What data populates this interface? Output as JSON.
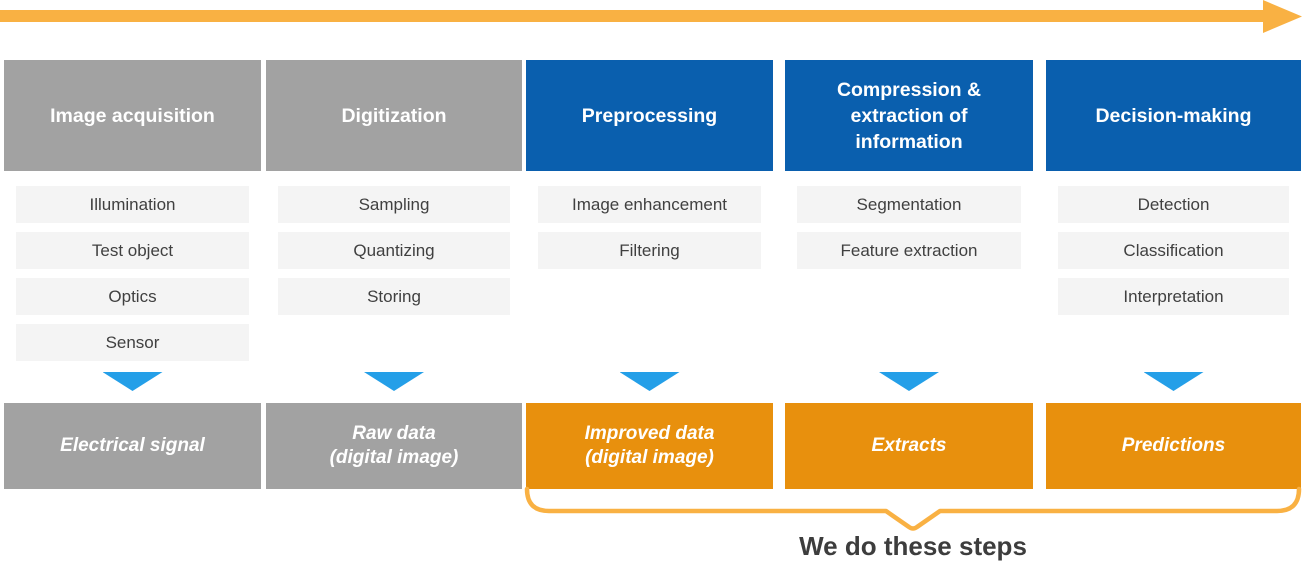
{
  "colors": {
    "header-gray": "#a2a2a2",
    "header-blue": "#0a5fae",
    "item-bg": "#f4f4f4",
    "item-text": "#404040",
    "result-gray": "#a2a2a2",
    "result-orange": "#e8900d",
    "arrow-orange": "#f9b143",
    "triangle-blue": "#249fe8",
    "caption-text": "#3d3d3d"
  },
  "columns": [
    {
      "header": "Image acquisition",
      "items": [
        "Illumination",
        "Test object",
        "Optics",
        "Sensor"
      ],
      "result": {
        "line1": "Electrical signal"
      }
    },
    {
      "header": "Digitization",
      "items": [
        "Sampling",
        "Quantizing",
        "Storing"
      ],
      "result": {
        "line1": "Raw data",
        "line2": "(digital image)"
      }
    },
    {
      "header": "Preprocessing",
      "items": [
        "Image enhancement",
        "Filtering"
      ],
      "result": {
        "line1": "Improved data",
        "line2": "(digital image)"
      }
    },
    {
      "header": "Compression & extraction of information",
      "items": [
        "Segmentation",
        "Feature extraction"
      ],
      "result": {
        "line1": "Extracts"
      }
    },
    {
      "header": "Decision-making",
      "items": [
        "Detection",
        "Classification",
        "Interpretation"
      ],
      "result": {
        "line1": "Predictions"
      }
    }
  ],
  "caption": "We do these steps"
}
